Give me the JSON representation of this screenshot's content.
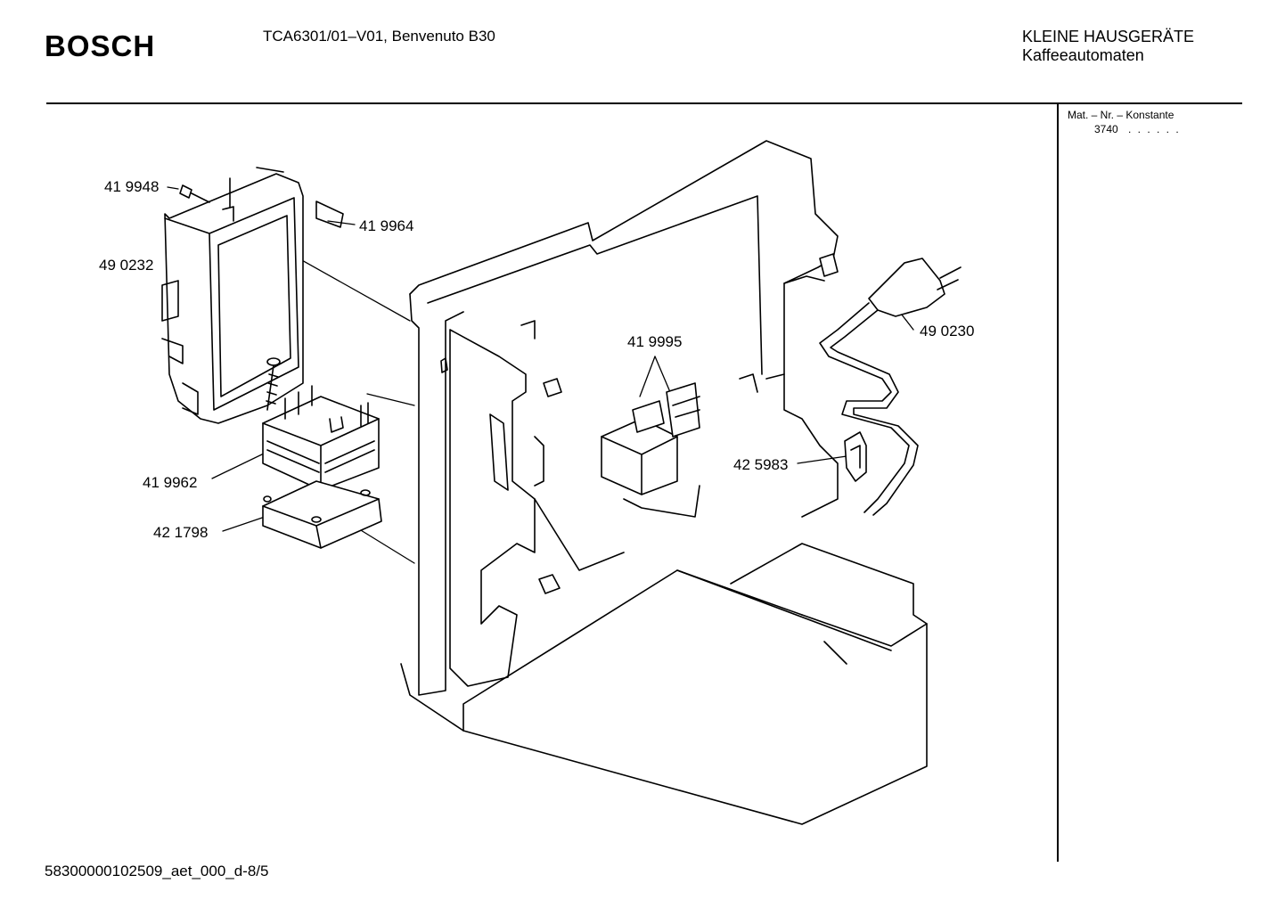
{
  "header": {
    "brand": "BOSCH",
    "model": "TCA6301/01–V01, Benvenuto B30",
    "category_line1": "KLEINE HAUSGERÄTE",
    "category_line2": "Kaffeeautomaten"
  },
  "sidebar": {
    "mat_label": "Mat. – Nr. – Konstante",
    "mat_value": "3740",
    "mat_dots": ". . . . . ."
  },
  "parts": [
    {
      "id": "419948",
      "label": "41 9948"
    },
    {
      "id": "419964",
      "label": "41 9964"
    },
    {
      "id": "490232",
      "label": "49 0232"
    },
    {
      "id": "419995",
      "label": "41 9995"
    },
    {
      "id": "490230",
      "label": "49 0230"
    },
    {
      "id": "425983",
      "label": "42 5983"
    },
    {
      "id": "419962",
      "label": "41 9962"
    },
    {
      "id": "421798",
      "label": "42 1798"
    }
  ],
  "footer": {
    "doc_id": "58300000102509_aet_000_d-8/5"
  }
}
